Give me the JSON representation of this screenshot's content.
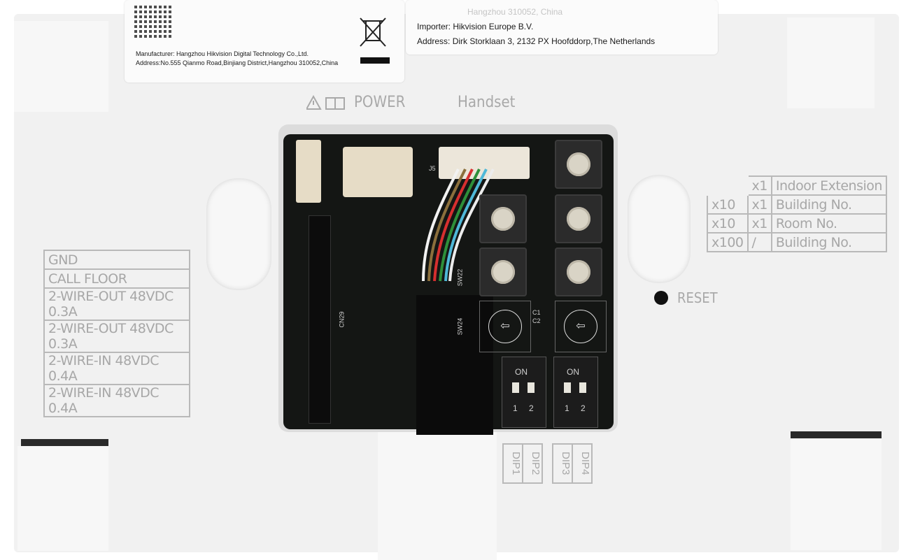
{
  "sticker_left": {
    "manufacturer": "Manufacturer: Hangzhou Hikvision Digital Technology Co.,Ltd.",
    "address": "Address:No.555 Qianmo Road,Binjiang District,Hangzhou 310052,China",
    "qr_icon": "qr-code",
    "weee_icon": "crossed-bin"
  },
  "sticker_right": {
    "line_top": "Hangzhou 310052, China",
    "importer": "Importer: Hikvision Europe B.V.",
    "address": "Address: Dirk Storklaan 3, 2132 PX Hoofddorp,The Netherlands"
  },
  "port_labels": {
    "power": "POWER",
    "handset": "Handset",
    "power_icons": "warning-icon, manual-icon"
  },
  "left_table": [
    "GND",
    "CALL FLOOR",
    "2-WIRE-OUT 48VDC 0.3A",
    "2-WIRE-OUT 48VDC 0.3A",
    "2-WIRE-IN 48VDC 0.4A",
    "2-WIRE-IN 48VDC 0.4A"
  ],
  "right_table": [
    {
      "mult": "",
      "x": "x1",
      "label": "Indoor Extension"
    },
    {
      "mult": "x10",
      "x": "x1",
      "label": "Building No."
    },
    {
      "mult": "x10",
      "x": "x1",
      "label": "Room No."
    },
    {
      "mult": "x100",
      "x": "/",
      "label": "Building No."
    }
  ],
  "reset_label": "RESET",
  "pcb": {
    "cn29": "CN29",
    "sw22": "SW22",
    "sw24": "SW24",
    "c1": "C1",
    "c2": "C2",
    "on": "ON",
    "dip_one": "1",
    "dip_two": "2",
    "j5": "J5"
  },
  "dip_labels": [
    "DIP1",
    "DIP2",
    "DIP3",
    "DIP4"
  ],
  "colors": {
    "plastic": "#f1f1f1",
    "pcb": "#141614",
    "emboss": "#a7a7a7"
  }
}
